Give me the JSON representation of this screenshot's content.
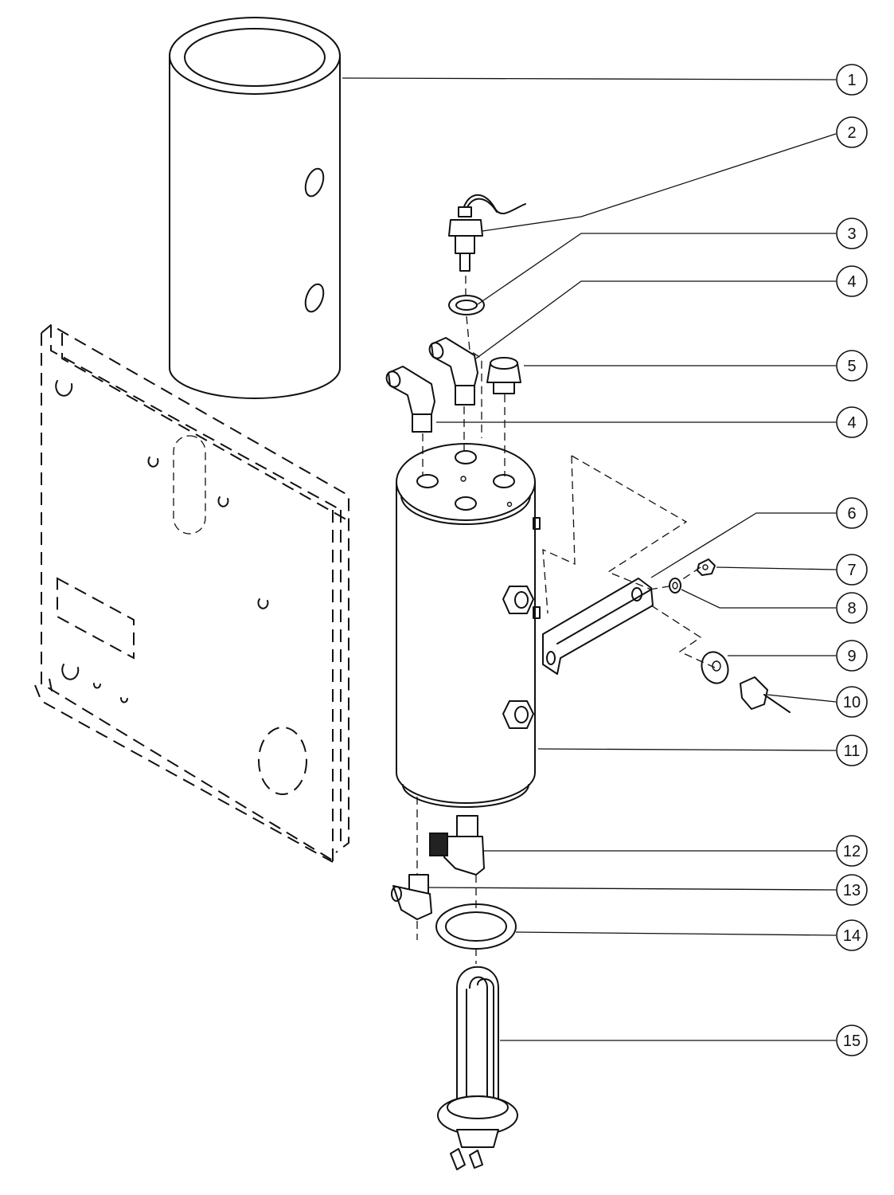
{
  "diagram": {
    "type": "exploded-parts-view",
    "callouts": [
      {
        "id": "callout-1",
        "label": "1"
      },
      {
        "id": "callout-2",
        "label": "2"
      },
      {
        "id": "callout-3",
        "label": "3"
      },
      {
        "id": "callout-4a",
        "label": "4"
      },
      {
        "id": "callout-5",
        "label": "5"
      },
      {
        "id": "callout-4b",
        "label": "4"
      },
      {
        "id": "callout-6",
        "label": "6"
      },
      {
        "id": "callout-7",
        "label": "7"
      },
      {
        "id": "callout-8",
        "label": "8"
      },
      {
        "id": "callout-9",
        "label": "9"
      },
      {
        "id": "callout-10",
        "label": "10"
      },
      {
        "id": "callout-11",
        "label": "11"
      },
      {
        "id": "callout-12",
        "label": "12"
      },
      {
        "id": "callout-13",
        "label": "13"
      },
      {
        "id": "callout-14",
        "label": "14"
      },
      {
        "id": "callout-15",
        "label": "15"
      }
    ]
  }
}
